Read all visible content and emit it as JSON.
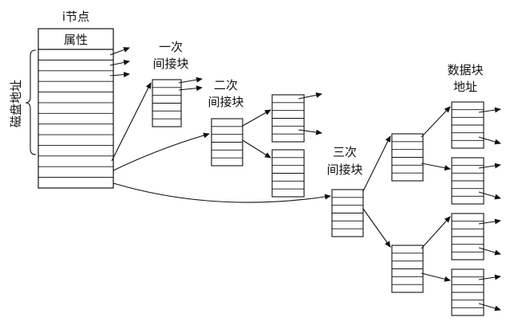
{
  "labels": {
    "inode": "i节点",
    "attributes": "属性",
    "disk_addresses": "磁盘地址",
    "single_indirect_1": "一次",
    "single_indirect_2": "间接块",
    "double_indirect_1": "二次",
    "double_indirect_2": "间接块",
    "triple_indirect_1": "三次",
    "triple_indirect_2": "间接块",
    "data_block_addr_1": "数据块",
    "data_block_addr_2": "地址"
  },
  "colors": {
    "stroke": "#111111",
    "background": "#ffffff"
  }
}
